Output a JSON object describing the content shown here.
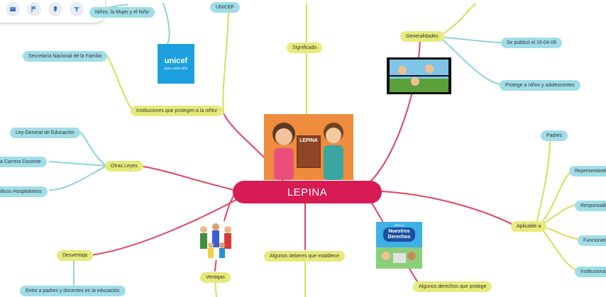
{
  "central": "LEPINA",
  "nodes": {
    "significado": "Significado",
    "generalidades": "Generalidades",
    "publicado": "Se publicó el 16-04-09",
    "protege": "Protege a niños y adolescentes",
    "instituciones": "Instituciones que protegen a la niñez",
    "secretaria": "Secretaría Nacional de la Familia",
    "ninez_mujer": "Niñez, la Mujer y el Niño",
    "unicef_label": "UNICEF",
    "otras_leyes": "Otras Leyes",
    "ley_educacion": "Ley General de Educación",
    "carrera_docente": "a Carrera Docente",
    "hospitalarios": "dicos Hospitalarios",
    "desventaja": "Desventaja",
    "desventaja_item": "Entre a padres y docentes en la educación",
    "ventajas": "Ventajas",
    "deberes": "Algunos deberes que establece",
    "derechos_node": "Algunos derechos que protege",
    "aplicable": "Aplicable a",
    "padres": "Padres",
    "representantes": "Representante",
    "responsables": "Responsabl",
    "funcionarios": "Funcionari",
    "instituciones_r": "Instituciona"
  },
  "images": {
    "unicef_logo": "unicef",
    "unicef_tagline": "para cada niño",
    "book": "LEPINA",
    "poster_small": "Veamos",
    "poster_title": "Nuestros Derechos"
  },
  "colors": {
    "central": "#d81b55",
    "yellow_node": "#e6ea7a",
    "blue_node": "#9fdde8",
    "branch_red": "#e0455f",
    "branch_yellow": "#d6e05a",
    "branch_blue": "#8ed3e0"
  },
  "toolbar_icons": [
    "image-icon",
    "flag-icon",
    "marker-icon",
    "filter-icon"
  ]
}
